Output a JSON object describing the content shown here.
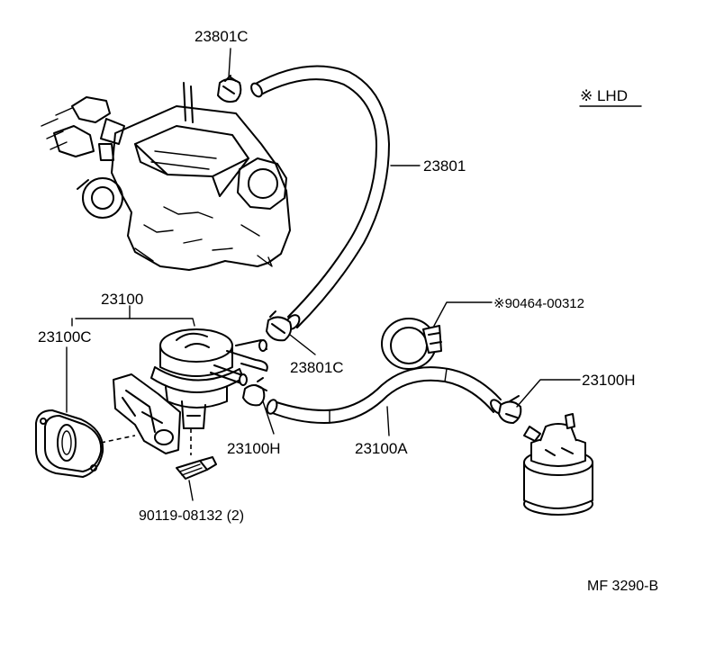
{
  "note": "※ LHD",
  "figure_code": "MF 3290-B",
  "parts": {
    "clamp_top": "23801C",
    "hose_main": "23801",
    "clamp_mid": "23801C",
    "pump_assy": "23100",
    "pump_gasket": "23100C",
    "clip_pump": "23100H",
    "hose_filter": "23100A",
    "clip_filter": "23100H",
    "band_clamp": "※90464-00312",
    "bolt": "90119-08132 (2)"
  }
}
